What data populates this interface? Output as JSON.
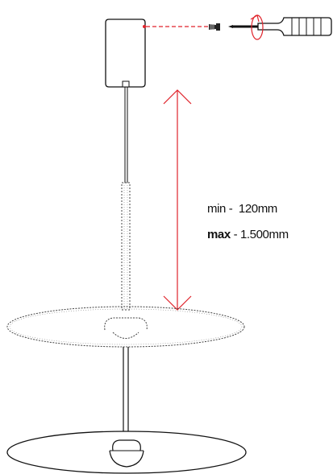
{
  "height_range": {
    "min_keyword": "min",
    "min_value": " -  120mm",
    "max_keyword": "max",
    "max_value": " - 1.500mm"
  },
  "colors": {
    "line": "#111111",
    "dimension": "#e0232b",
    "dotted_outline": "#444444"
  },
  "icons": [
    "ceiling-canopy",
    "fixing-screw",
    "screwdriver",
    "rotation-arrow",
    "pendant-shade"
  ]
}
